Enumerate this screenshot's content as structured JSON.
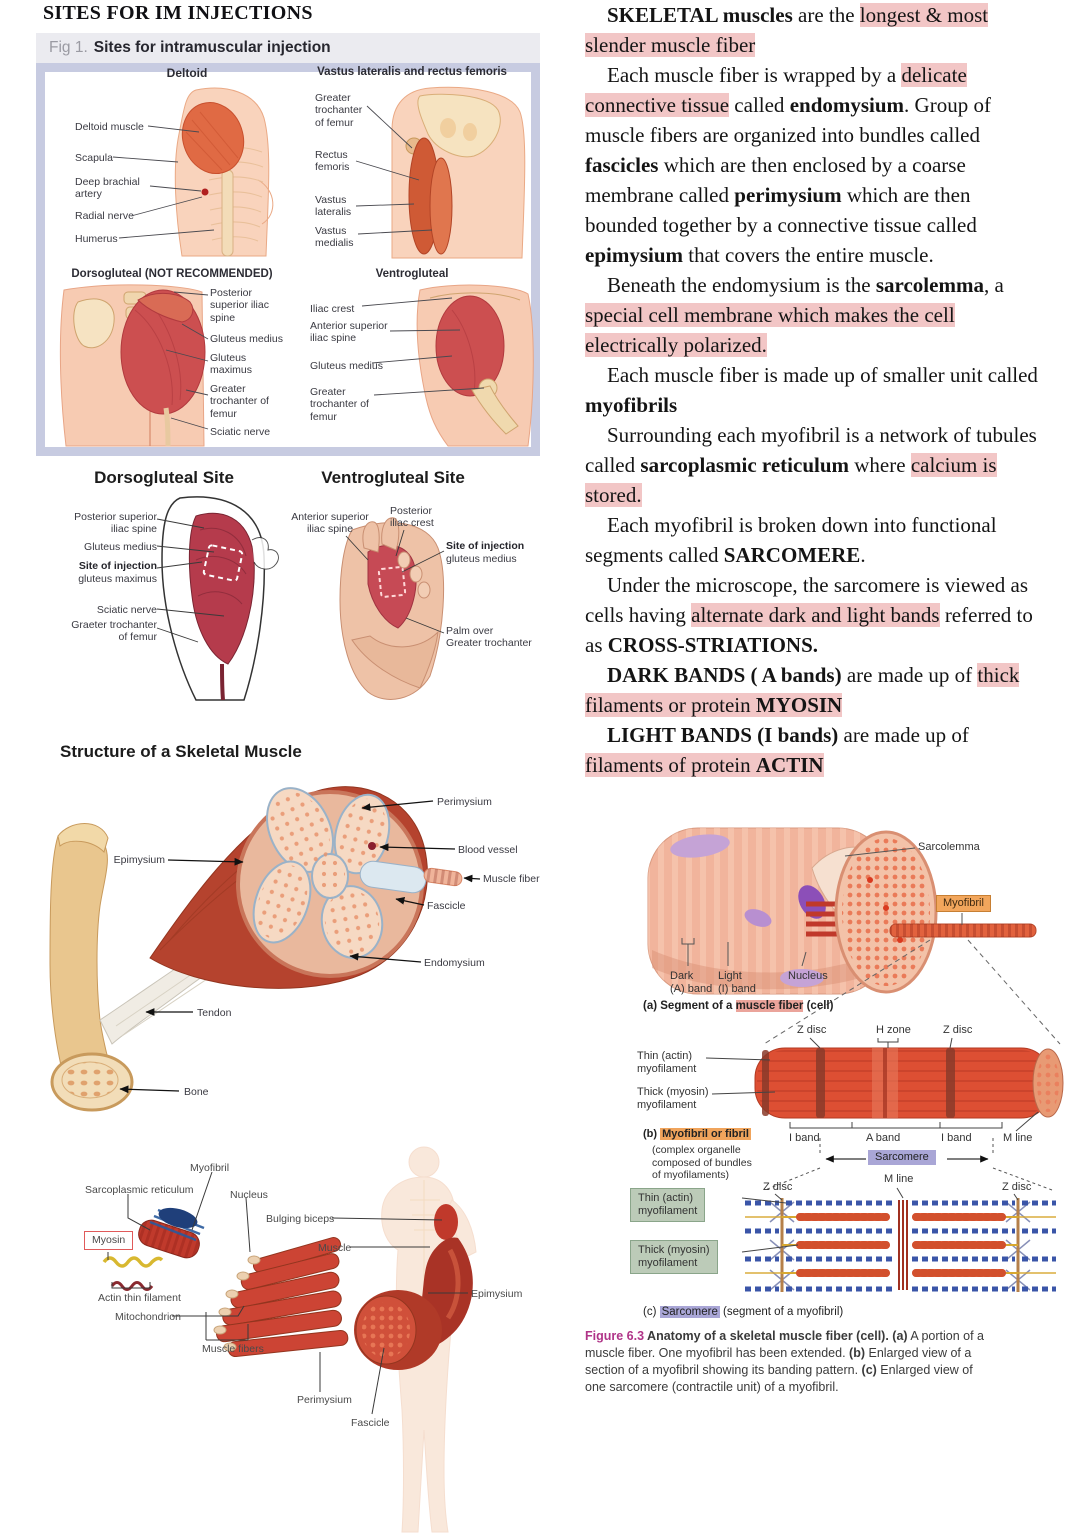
{
  "page": {
    "title": "SITES FOR IM INJECTIONS"
  },
  "fig1": {
    "tag": "Fig 1.",
    "title": "Sites for intramuscular injection",
    "deltoid": {
      "title": "Deltoid",
      "labels": [
        "Deltoid muscle",
        "Scapula",
        "Deep brachial\nartery",
        "Radial nerve",
        "Humerus"
      ]
    },
    "vastus": {
      "title": "Vastus lateralis and rectus femoris",
      "labels": [
        "Greater\ntrochanter\nof femur",
        "Rectus\nfemoris",
        "Vastus\nlateralis",
        "Vastus\nmedialis"
      ]
    },
    "dorsogluteal": {
      "title": "Dorsogluteal (NOT RECOMMENDED)",
      "labels": [
        "Posterior\nsuperior iliac\nspine",
        "Gluteus medius",
        "Gluteus\nmaximus",
        "Greater\ntrochanter of\nfemur",
        "Sciatic nerve"
      ]
    },
    "ventrogluteal": {
      "title": "Ventrogluteal",
      "labels": [
        "Iliac crest",
        "Anterior superior\niliac spine",
        "Gluteus medius",
        "Greater\ntrochanter of\nfemur"
      ]
    }
  },
  "dorso_site": {
    "title": "Dorsogluteal Site",
    "labels": [
      "Posterior superior\niliac spine",
      "Gluteus medius",
      "Site of injection",
      "gluteus maximus",
      "Sciatic nerve",
      "Graeter trochanter\nof femur"
    ]
  },
  "ventro_site": {
    "title": "Ventrogluteal Site",
    "labels": [
      "Anterior superior\niliac spine",
      "Posterior\niliac crest",
      "Site of injection",
      "gluteus medius",
      "Palm over\nGreater trochanter"
    ]
  },
  "structure": {
    "title": "Structure of a Skeletal Muscle",
    "labels": [
      "Perimysium",
      "Blood vessel",
      "Muscle fiber",
      "Fascicle",
      "Endomysium",
      "Epimysium",
      "Tendon",
      "Bone"
    ]
  },
  "fiber": {
    "labels": [
      "Myofibril",
      "Sarcoplasmic reticulum",
      "Nucleus",
      "Bulging biceps",
      "Muscle",
      "Myosin",
      "Actin thin filament",
      "Mitochondrion",
      "Muscle fibers",
      "Perimysium",
      "Fascicle",
      "Epimysium"
    ]
  },
  "article": {
    "paragraphs": [
      [
        {
          "t": "SKELETAL muscles",
          "c": "b"
        },
        {
          "t": " are the ",
          "c": ""
        },
        {
          "t": "longest & most slender muscle fiber",
          "c": "hl"
        }
      ],
      [
        {
          "t": "Each muscle fiber is wrapped by a ",
          "c": ""
        },
        {
          "t": "delicate connective tissue",
          "c": "hl"
        },
        {
          "t": " called ",
          "c": ""
        },
        {
          "t": "endomysium",
          "c": "b"
        },
        {
          "t": ". Group of muscle fibers are organized into bundles called ",
          "c": ""
        },
        {
          "t": "fascicles",
          "c": "b"
        },
        {
          "t": " which are then enclosed by a coarse membrane called ",
          "c": ""
        },
        {
          "t": "perimysium",
          "c": "b"
        },
        {
          "t": " which are then bounded together by a connective tissue called ",
          "c": ""
        },
        {
          "t": "epimysium",
          "c": "b"
        },
        {
          "t": " that covers the entire muscle.",
          "c": ""
        }
      ],
      [
        {
          "t": "Beneath the endomysium is the ",
          "c": ""
        },
        {
          "t": "sarcolemma",
          "c": "b"
        },
        {
          "t": ", a ",
          "c": ""
        },
        {
          "t": "special cell membrane which makes the cell electrically polarized.",
          "c": "hl"
        }
      ],
      [
        {
          "t": "Each muscle fiber is made up of smaller unit called ",
          "c": ""
        },
        {
          "t": "myofibrils",
          "c": "b"
        }
      ],
      [
        {
          "t": "Surrounding each myofibril is a network of tubules called ",
          "c": ""
        },
        {
          "t": "sarcoplasmic reticulum",
          "c": "b"
        },
        {
          "t": " where ",
          "c": ""
        },
        {
          "t": "calcium is stored.",
          "c": "hl"
        }
      ],
      [
        {
          "t": "Each myofibril is broken down into functional segments called ",
          "c": ""
        },
        {
          "t": "SARCOMERE",
          "c": "b"
        },
        {
          "t": ".",
          "c": ""
        }
      ],
      [
        {
          "t": "Under the microscope, the sarcomere is viewed as cells having ",
          "c": ""
        },
        {
          "t": "alternate dark and light bands",
          "c": "hl"
        },
        {
          "t": " referred to as ",
          "c": ""
        },
        {
          "t": "CROSS-STRIATIONS.",
          "c": "b"
        }
      ],
      [
        {
          "t": "DARK BANDS ( A bands)",
          "c": "b"
        },
        {
          "t": " are made up of ",
          "c": ""
        },
        {
          "t": "thick filaments or protein ",
          "c": "hl"
        },
        {
          "t": "MYOSIN",
          "c": "b hl"
        }
      ],
      [
        {
          "t": "LIGHT BANDS (I bands)",
          "c": "b"
        },
        {
          "t": " are made up of ",
          "c": ""
        },
        {
          "t": "filaments of protein ",
          "c": "hl"
        },
        {
          "t": "ACTIN",
          "c": "b hl"
        }
      ]
    ]
  },
  "fig63": {
    "a": {
      "sarcolemma": "Sarcolemma",
      "myofibril": "Myofibril",
      "dark_band": "Dark\n(A) band",
      "light_band": "Light\n(I) band",
      "nucleus": "Nucleus",
      "caption": [
        {
          "t": "(a) Segment of a ",
          "c": "b"
        },
        {
          "t": "muscle fiber",
          "c": "b hl2"
        },
        {
          "t": " (cell)",
          "c": "b"
        }
      ]
    },
    "b": {
      "z_disc_left": "Z disc",
      "h_zone": "H zone",
      "z_disc_right": "Z disc",
      "thin": "Thin (actin)\nmyofilament",
      "thick": "Thick (myosin)\nmyofilament",
      "i_band_left": "I band",
      "a_band": "A band",
      "i_band_right": "I band",
      "m_line": "M line",
      "caption": [
        {
          "t": "(b) ",
          "c": "b"
        },
        {
          "t": "Myofibril or fibril",
          "c": "b hlo"
        }
      ],
      "caption2": "(complex organelle\ncomposed of bundles\nof myofilaments)",
      "sarcomere": "Sarcomere"
    },
    "c": {
      "z_disc_left": "Z disc",
      "m_line": "M line",
      "z_disc_right": "Z disc",
      "thin": "Thin (actin)\nmyofilament",
      "thick": "Thick (myosin)\nmyofilament",
      "caption": [
        {
          "t": "(c) ",
          "c": ""
        },
        {
          "t": "Sarcomere",
          "c": "hlp"
        },
        {
          "t": " (segment of a myofibril)",
          "c": ""
        }
      ]
    },
    "caption": [
      {
        "t": "Figure 6.3",
        "c": "b mag"
      },
      {
        "t": "  Anatomy of a skeletal muscle fiber (cell). ",
        "c": "b"
      },
      {
        "t": "(a)",
        "c": "b"
      },
      {
        "t": " A portion of a muscle fiber. One myofibril has been extended. ",
        "c": ""
      },
      {
        "t": "(b)",
        "c": "b"
      },
      {
        "t": " Enlarged view of a section of a myofibril showing its banding pattern. ",
        "c": ""
      },
      {
        "t": "(c)",
        "c": "b"
      },
      {
        "t": " Enlarged view of one sarcomere (contractile unit) of a myofibril.",
        "c": ""
      }
    ]
  },
  "colors": {
    "highlight_pink": "#f2c6c6",
    "highlight_salmon": "#eba49b",
    "orange_box": "#f2a65c",
    "purple_box": "#a9a6d6",
    "green_box": "#bccbb8",
    "figure_magenta": "#b03488",
    "fig1_border": "#c7cbe1",
    "fig1_header_bg": "#ebebf0"
  }
}
